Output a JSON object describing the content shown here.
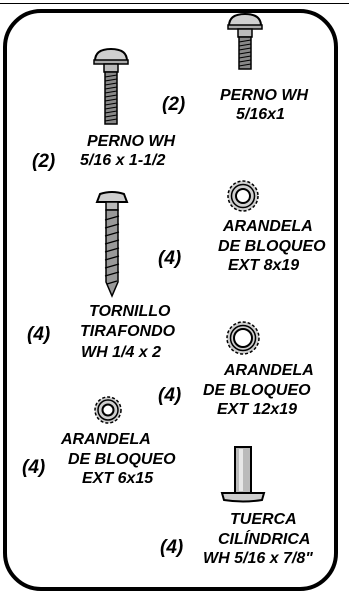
{
  "parts": [
    {
      "id": "carriage-bolt-long",
      "qty": "(2)",
      "name": "PERNO WH",
      "size": "5/16 x 1-1/2"
    },
    {
      "id": "carriage-bolt-short",
      "qty": "(2)",
      "name": "PERNO WH",
      "size": "5/16x1"
    },
    {
      "id": "lag-screw",
      "qty": "(4)",
      "name": "TORNILLO",
      "name2": "TIRAFONDO",
      "size": "WH 1/4 x 2"
    },
    {
      "id": "lock-washer-8",
      "qty": "(4)",
      "name": "ARANDELA",
      "name2": "DE BLOQUEO",
      "size": "EXT 8x19"
    },
    {
      "id": "lock-washer-12",
      "qty": "(4)",
      "name": "ARANDELA",
      "name2": "DE BLOQUEO",
      "size": "EXT 12x19"
    },
    {
      "id": "lock-washer-6",
      "qty": "(4)",
      "name": "ARANDELA",
      "name2": "DE BLOQUEO",
      "size": "EXT 6x15"
    },
    {
      "id": "barrel-nut",
      "qty": "(4)",
      "name": "TUERCA",
      "name2": "CILÍNDRICA",
      "size": "WH 5/16 x 7/8\""
    }
  ]
}
